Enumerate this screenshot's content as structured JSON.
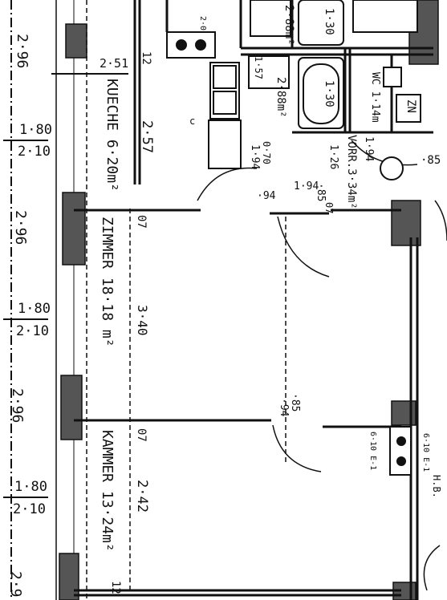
{
  "rooms": {
    "kueche": "KUECHE 6·20m²",
    "zimmer": "ZIMMER 18·18 m²",
    "kammer": "KAMMER 13·24m²",
    "vorraum": "VORR.3·34m²",
    "wc": "WC 1·14m",
    "bad": "2·88m²"
  },
  "dimensions": {
    "left_296_a": "2·96",
    "left_180_a": "1·80",
    "left_210_a": "2·10",
    "left_296_b": "2·96",
    "left_180_b": "1·80",
    "left_210_b": "2·10",
    "left_296_c": "2·96",
    "left_180_c": "1·80",
    "left_210_c": "2·10",
    "left_296_d": "2·9",
    "kueche_251": "2·51",
    "kueche_12": "12",
    "kueche_257": "2·57",
    "zimmer_340": "3·40",
    "kammer_242": "2·42",
    "kammer_12": "12",
    "wall_07_a": "07",
    "wall_07_b": "07",
    "door_194_a": "·94",
    "door_194_b": "1·94",
    "door_194_c": "·94",
    "door_194_d": "1·94",
    "door_85_a": "·85",
    "door_85_b": "·85",
    "door_85_c": "·85",
    "bath_130_a": "1·30",
    "bath_130_b": "1·30",
    "bath_157": "1·57",
    "bath_070": "0·70",
    "vorr_126": "1·26",
    "vorr_07": "07",
    "wc_194": "1·94",
    "heater_1": "6·10 E-1",
    "heater_2": "6·10 E-1",
    "hb": "H.B.",
    "hand_c": "c",
    "zn": "ZN",
    "stove": "2·0"
  }
}
